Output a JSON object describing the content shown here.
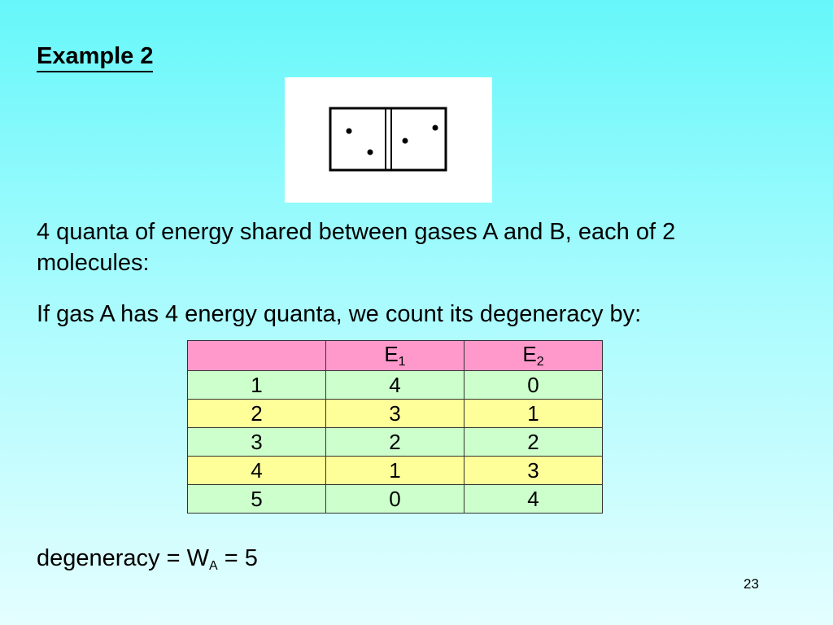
{
  "slide": {
    "title": "Example 2",
    "para1": "4 quanta of energy shared between gases A and B, each of 2 molecules:",
    "para2": "If gas A has 4 energy quanta, we count its degeneracy by:",
    "result_prefix": "degeneracy = W",
    "result_sub": "A",
    "result_suffix": " = 5",
    "page_number": "23"
  },
  "table": {
    "header": [
      {
        "main": "",
        "sub": ""
      },
      {
        "main": "E",
        "sub": "1"
      },
      {
        "main": "E",
        "sub": "2"
      }
    ],
    "rows": [
      [
        "1",
        "4",
        "0"
      ],
      [
        "2",
        "3",
        "1"
      ],
      [
        "3",
        "2",
        "2"
      ],
      [
        "4",
        "1",
        "3"
      ],
      [
        "5",
        "0",
        "4"
      ]
    ],
    "colors": {
      "header": "#ff99cc",
      "green": "#ccffcc",
      "yellow": "#ffff99"
    }
  }
}
